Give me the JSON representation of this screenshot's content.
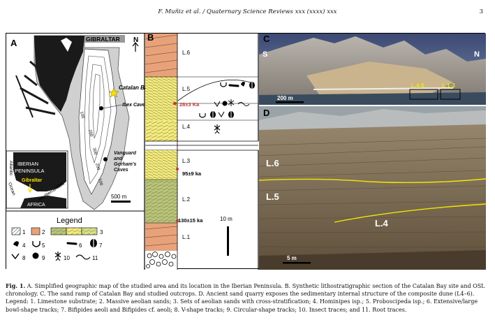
{
  "header": {
    "citation": "F. Muñiz et al. / Quaternary Science Reviews xxx (xxxx) xxx",
    "page_number": "3"
  },
  "panel_a": {
    "letter": "A",
    "gibraltar": "GIBRALTAR",
    "north": "N",
    "catalan_bay": "Catalan Bay",
    "ibex_cave": "Ibex Cave",
    "vanguard": "Vanguard and Gorham's Caves",
    "scale": "500 m",
    "contours": [
      "100",
      "200",
      "300",
      "200",
      "100"
    ],
    "inset": {
      "iberian": "IBERIAN",
      "peninsula": "PENINSULA",
      "gibraltar": "Gibraltar",
      "atlantic": "Atlantic",
      "ocean": "Ocean",
      "mediterranean": "Mediterranean",
      "sea": "Sea",
      "africa": "AFRICA"
    }
  },
  "legend": {
    "title": "Legend",
    "items": [
      "1",
      "2",
      "3",
      "4",
      "5",
      "6",
      "7",
      "8",
      "9",
      "10",
      "11"
    ]
  },
  "panel_b": {
    "letter": "B",
    "units": [
      "L.6",
      "L.5",
      "L.4",
      "L.3",
      "L.2",
      "L.1"
    ],
    "dates": [
      "28±3 Ka",
      "95±9 ka",
      "130±15 ka"
    ],
    "scale": "10 m"
  },
  "panel_c": {
    "letter": "C",
    "south": "S",
    "north": "N",
    "scale": "200 m",
    "box_labels": [
      "L.4-6",
      "L.1-3"
    ]
  },
  "panel_d": {
    "letter": "D",
    "units": [
      "L.6",
      "L.5",
      "L.4"
    ],
    "scale": "5 m"
  },
  "caption": {
    "label": "Fig. 1.",
    "text": "A. Simplified geographic map of the studied area and its location in the Iberian Peninsula. B. Synthetic lithostratigraphic section of the Catalan Bay site and OSL chronology. C. The sand ramp of Catalan Bay and studied outcrops. D. Ancient sand quarry exposes the sedimentary internal structure of the composite dune (L4–6). Legend: 1. Limestone substrate; 2. Massive aeolian sands; 3. Sets of aeolian sands with cross-stratification; 4. Hominipes isp.; 5. Proboscipeda isp.; 6. Extensive/large bowl-shape tracks; 7. Bifipides aeoli and Bifipides cf. aeoli; 8. V-shape tracks; 9. Circular-shape tracks; 10. Insect traces; and 11. Root traces."
  },
  "colors": {
    "limestone": "#c8c8c8",
    "massive_sand": "#e8a27a",
    "cross_sand_olive": "#b8c37a",
    "cross_sand_yellow": "#f3ea7e",
    "cliff_sky": "#4d5f8a",
    "date_red": "#c0392b",
    "unit_line": "#f2e600"
  }
}
